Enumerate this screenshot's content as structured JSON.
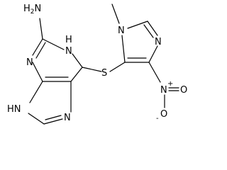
{
  "molecule": {
    "atoms": {
      "amine": "H2N",
      "n_ring_left": "N",
      "nh_ring_right": "H",
      "n_ring_right": "N",
      "nh_imidazole_left": "HN",
      "n_imidazole_bottom": "N",
      "sulfur": "S",
      "n_methyl": "N",
      "n_imidazole_right": "N",
      "n_nitro": "N",
      "n_nitro_charge": "+",
      "o_nitro_right": "O",
      "o_nitro_bottom": "O",
      "o_nitro_bottom_charge": "-"
    }
  }
}
